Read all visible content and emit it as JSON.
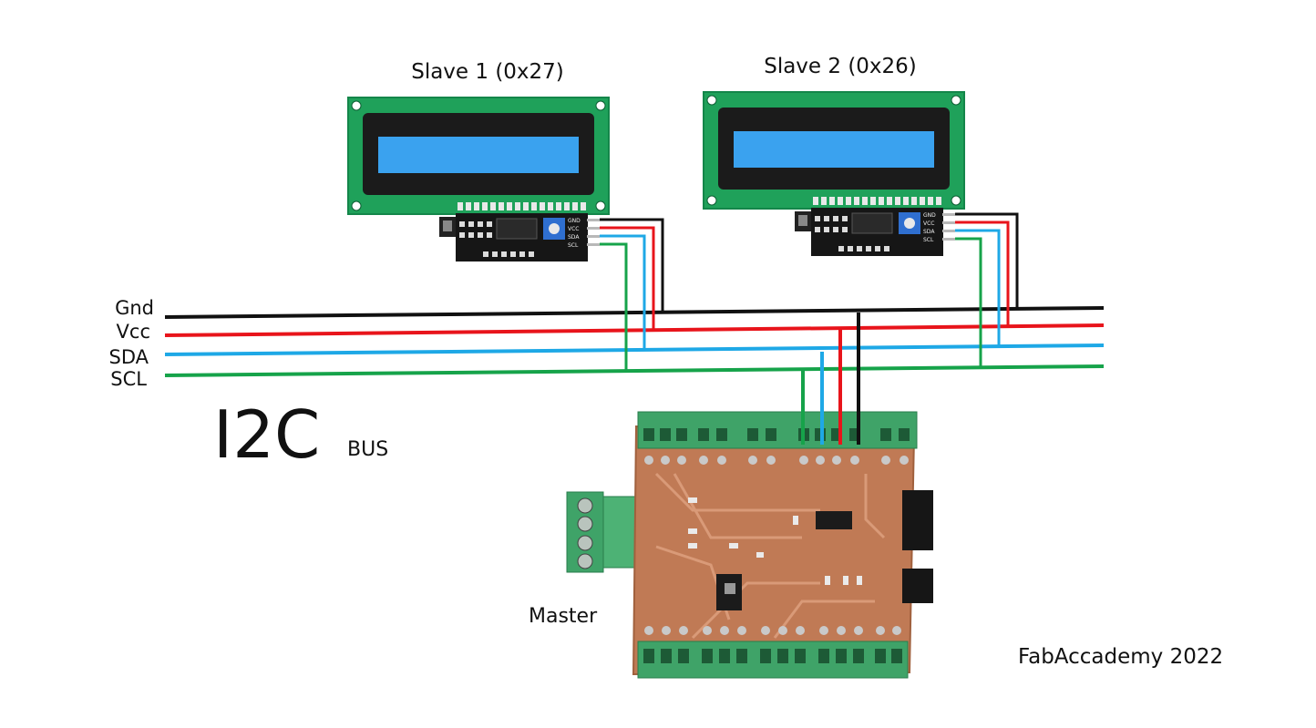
{
  "labels": {
    "slave1": "Slave 1 (0x27)",
    "slave2": "Slave 2 (0x26)",
    "gnd": "Gnd",
    "vcc": "Vcc",
    "sda": "SDA",
    "scl": "SCL",
    "title_main": "I2C",
    "title_sub": "BUS",
    "master": "Master",
    "footer": "FabAccademy 2022"
  },
  "module_pin_labels": [
    "GND",
    "VCC",
    "SDA",
    "SCL"
  ],
  "colors": {
    "gnd": "#111111",
    "vcc": "#e8141b",
    "sda": "#1ea8e6",
    "scl": "#16a34a",
    "lcd_board": "#1fa15a",
    "lcd_screen": "#3aa2ef",
    "pcb": "#c07a55",
    "terminal": "#3fa368"
  }
}
